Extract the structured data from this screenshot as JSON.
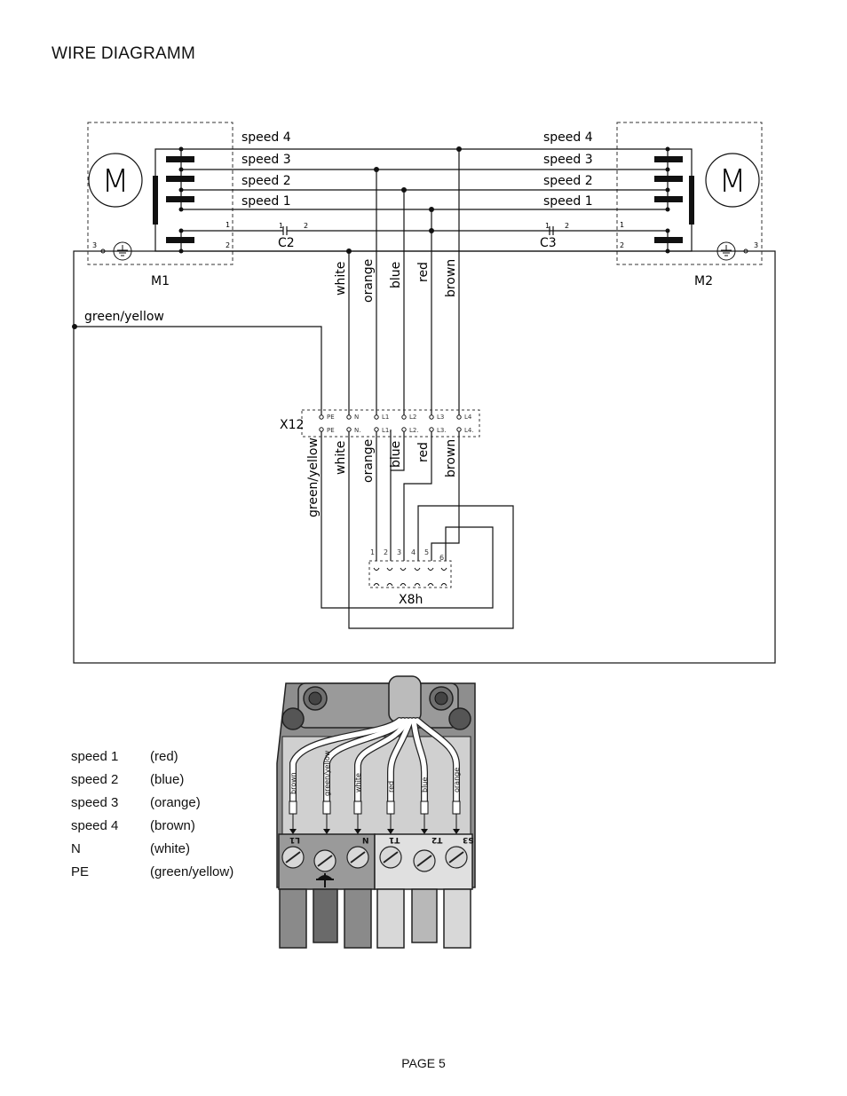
{
  "page": {
    "title": "WIRE DIAGRAMM",
    "footer": "PAGE 5"
  },
  "motors": {
    "m1": {
      "symbol": "M",
      "label": "M1"
    },
    "m2": {
      "symbol": "M",
      "label": "M2"
    }
  },
  "speeds": {
    "s4": "speed  4",
    "s3": "speed  3",
    "s2": "speed  2",
    "s1": "speed  1"
  },
  "capacitors": {
    "c2": "C2",
    "c3": "C3"
  },
  "pin_numbers": {
    "one": "1",
    "two": "2",
    "three": "3"
  },
  "wires": {
    "green_yellow": "green/yellow",
    "white": "white",
    "orange": "orange",
    "blue": "blue",
    "red": "red",
    "brown": "brown"
  },
  "x12": {
    "label": "X12",
    "top": [
      "PE",
      "N",
      "L1",
      "L2",
      "L3",
      "L4"
    ],
    "bottom": [
      "PE",
      "N.",
      "L1.",
      "L2.",
      "L3.",
      "L4."
    ]
  },
  "x8h": {
    "label": "X8h",
    "pins": [
      "1",
      "2",
      "3",
      "4",
      "5",
      "6"
    ]
  },
  "connector": {
    "wire_labels": [
      "brown",
      "green/yellow",
      "white",
      "red",
      "blue",
      "orange"
    ],
    "terminals": [
      "L1",
      "N",
      "T1",
      "T2",
      "S3"
    ]
  },
  "legend": [
    {
      "key": "speed 1",
      "value": "(red)"
    },
    {
      "key": "speed 2",
      "value": "(blue)"
    },
    {
      "key": "speed 3",
      "value": "(orange)"
    },
    {
      "key": "speed 4",
      "value": "(brown)"
    },
    {
      "key": "N",
      "value": "(white)"
    },
    {
      "key": "PE",
      "value": "(green/yellow)"
    }
  ]
}
